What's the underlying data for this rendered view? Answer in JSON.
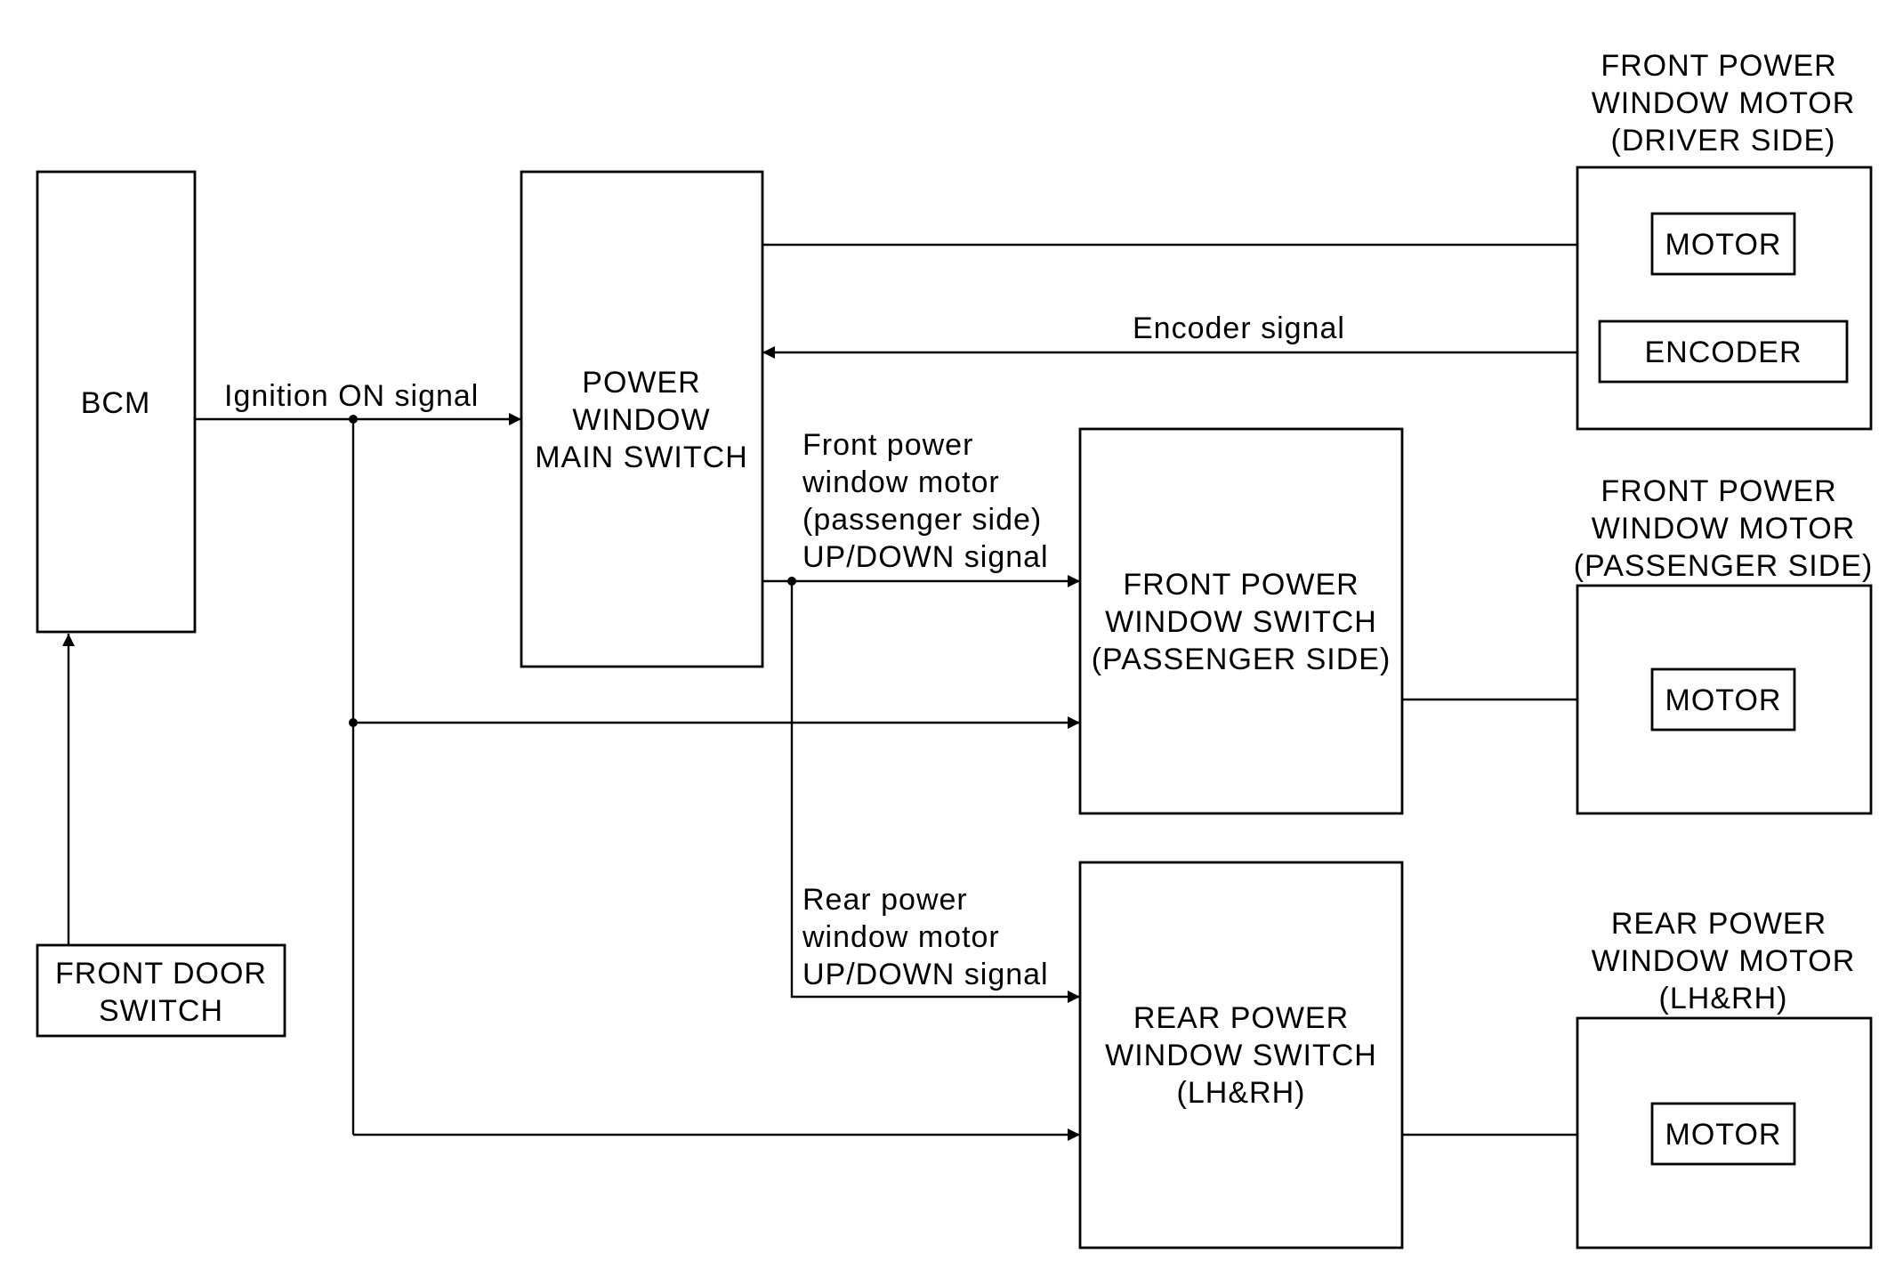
{
  "blocks": {
    "bcm": "BCM",
    "front_door_switch": [
      "FRONT DOOR",
      "SWITCH"
    ],
    "main_switch": [
      "POWER",
      "WINDOW",
      "MAIN SWITCH"
    ],
    "front_switch_passenger": [
      "FRONT POWER",
      "WINDOW SWITCH",
      "(PASSENGER SIDE)"
    ],
    "rear_switch": [
      "REAR POWER",
      "WINDOW SWITCH",
      "(LH&RH)"
    ],
    "motor_driver_title": [
      "FRONT POWER",
      "WINDOW MOTOR",
      "(DRIVER SIDE)"
    ],
    "motor_passenger_title": [
      "FRONT POWER",
      "WINDOW MOTOR",
      "(PASSENGER SIDE)"
    ],
    "motor_rear_title": [
      "REAR POWER",
      "WINDOW MOTOR",
      "(LH&RH)"
    ],
    "motor": "MOTOR",
    "encoder": "ENCODER"
  },
  "signals": {
    "ignition": "Ignition ON signal",
    "encoder": "Encoder signal",
    "front_passenger": [
      "Front power",
      "window motor",
      "(passenger side)",
      "UP/DOWN signal"
    ],
    "rear": [
      "Rear power",
      "window motor",
      "UP/DOWN signal"
    ]
  },
  "style": {
    "line_color": "#000000",
    "background": "#ffffff"
  }
}
